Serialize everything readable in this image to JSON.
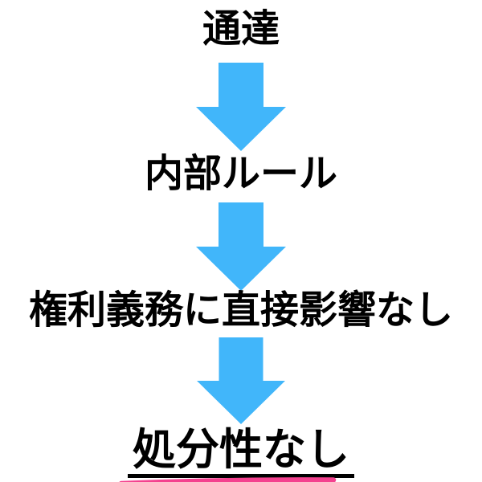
{
  "diagram": {
    "type": "vertical-flow",
    "colors": {
      "background": "#ffffff",
      "text": "#000000",
      "arrow": "#41b6fa",
      "underline": "#000000",
      "marker": "#f4418f"
    },
    "nodes": [
      {
        "id": "step-1",
        "label": "通達",
        "emphasis": "none"
      },
      {
        "id": "step-2",
        "label": "内部ルール",
        "emphasis": "none"
      },
      {
        "id": "step-3",
        "label": "権利義務に直接影響なし",
        "emphasis": "none"
      },
      {
        "id": "step-4",
        "label": "処分性なし",
        "emphasis": "black-underline-with-double-pink-marker"
      }
    ],
    "connectors": [
      {
        "from": "step-1",
        "to": "step-2",
        "shape": "down-arrow"
      },
      {
        "from": "step-2",
        "to": "step-3",
        "shape": "down-arrow"
      },
      {
        "from": "step-3",
        "to": "step-4",
        "shape": "down-arrow"
      }
    ]
  }
}
